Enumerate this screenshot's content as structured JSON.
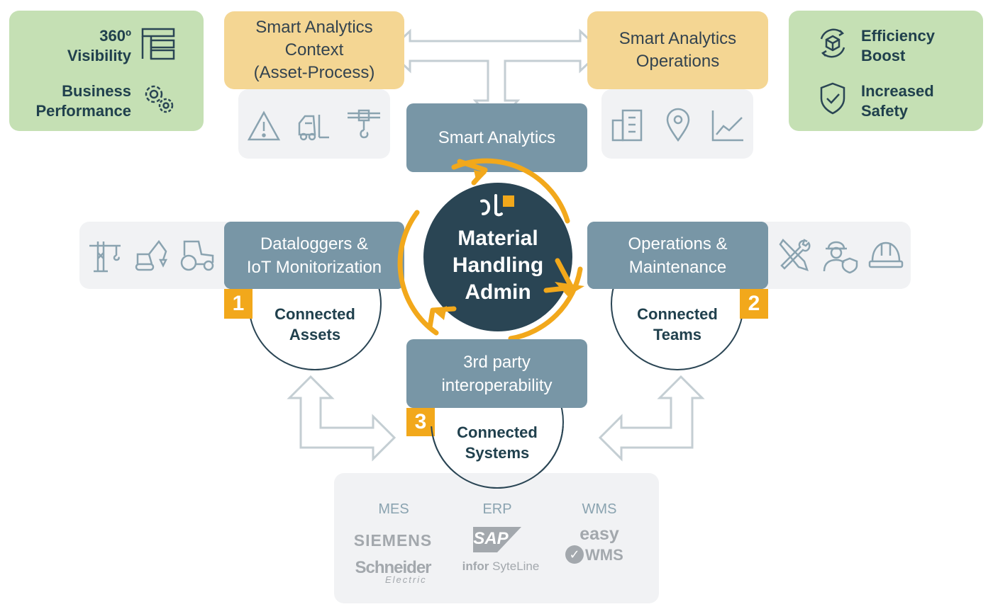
{
  "benefits_left": [
    {
      "label": "360º Visibility",
      "line1": "360º",
      "line2": "Visibility",
      "icon": "dashboard-icon"
    },
    {
      "label": "Business Performance",
      "line1": "Business",
      "line2": "Performance",
      "icon": "gears-icon"
    }
  ],
  "benefits_right": [
    {
      "label": "Efficiency Boost",
      "line1": "Efficiency",
      "line2": "Boost",
      "icon": "cube-cycle-icon"
    },
    {
      "label": "Increased Safety",
      "line1": "Increased",
      "line2": "Safety",
      "icon": "shield-check-icon"
    }
  ],
  "smart_context": {
    "line1": "Smart Analytics",
    "line2": "Context",
    "line3": "(Asset-Process)"
  },
  "smart_operations": {
    "line1": "Smart Analytics",
    "line2": "Operations"
  },
  "smart_analytics": "Smart Analytics",
  "center": {
    "line1": "Material",
    "line2": "Handling",
    "line3": "Admin"
  },
  "dataloggers": {
    "line1": "Dataloggers &",
    "line2": "IoT  Monitorization"
  },
  "operations": {
    "line1": "Operations &",
    "line2": "Maintenance"
  },
  "third_party": {
    "line1": "3rd party",
    "line2": "interoperability"
  },
  "connected_assets": {
    "number": "1",
    "line1": "Connected",
    "line2": "Assets"
  },
  "connected_teams": {
    "number": "2",
    "line1": "Connected",
    "line2": "Teams"
  },
  "connected_systems": {
    "number": "3",
    "line1": "Connected",
    "line2": "Systems"
  },
  "systems": {
    "categories": [
      "MES",
      "ERP",
      "WMS"
    ],
    "logos": {
      "siemens": "SIEMENS",
      "schneider": "Schneider",
      "schneider_sub": "Electric",
      "sap": "SAP",
      "infor": "infor",
      "syteline": "SyteLine",
      "easy": "easy",
      "wms": "WMS"
    }
  },
  "colors": {
    "green": "#c5e0b4",
    "yellow": "#f4d693",
    "blue_gray": "#7896a6",
    "navy": "#2a4554",
    "orange": "#f2a81b",
    "light_gray": "#f1f2f4"
  }
}
